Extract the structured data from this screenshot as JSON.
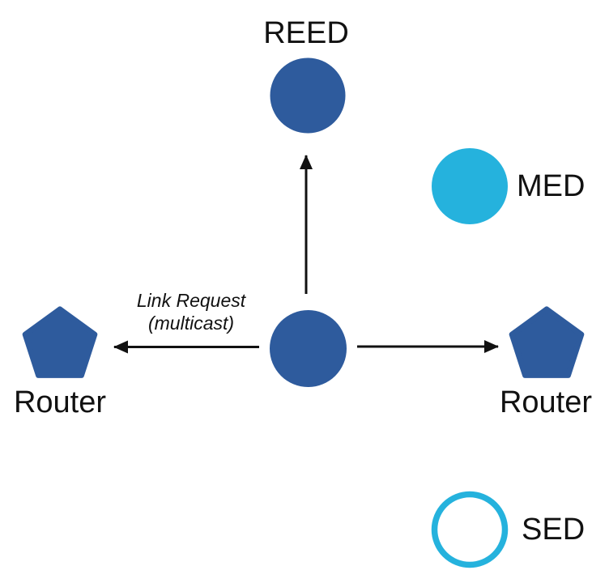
{
  "colors": {
    "node_blue": "#2e5b9d",
    "node_cyan": "#25b2dd",
    "arrow": "#111111",
    "text": "#111111",
    "background": "#ffffff"
  },
  "nodes": {
    "reed": {
      "label": "REED",
      "shape": "filled-circle",
      "color": "#2e5b9d"
    },
    "center": {
      "label": "",
      "shape": "filled-circle",
      "color": "#2e5b9d"
    },
    "med": {
      "label": "MED",
      "shape": "filled-circle",
      "color": "#25b2dd"
    },
    "sed": {
      "label": "SED",
      "shape": "outlined-circle",
      "color": "#25b2dd"
    },
    "router_left": {
      "label": "Router",
      "shape": "pentagon",
      "color": "#2e5b9d"
    },
    "router_right": {
      "label": "Router",
      "shape": "pentagon",
      "color": "#2e5b9d"
    }
  },
  "annotation": {
    "line1": "Link Request",
    "line2": "(multicast)"
  },
  "edges": [
    {
      "from": "center",
      "to": "reed",
      "type": "arrow"
    },
    {
      "from": "center",
      "to": "router_left",
      "type": "arrow",
      "label": "Link Request (multicast)"
    },
    {
      "from": "center",
      "to": "router_right",
      "type": "arrow"
    }
  ]
}
